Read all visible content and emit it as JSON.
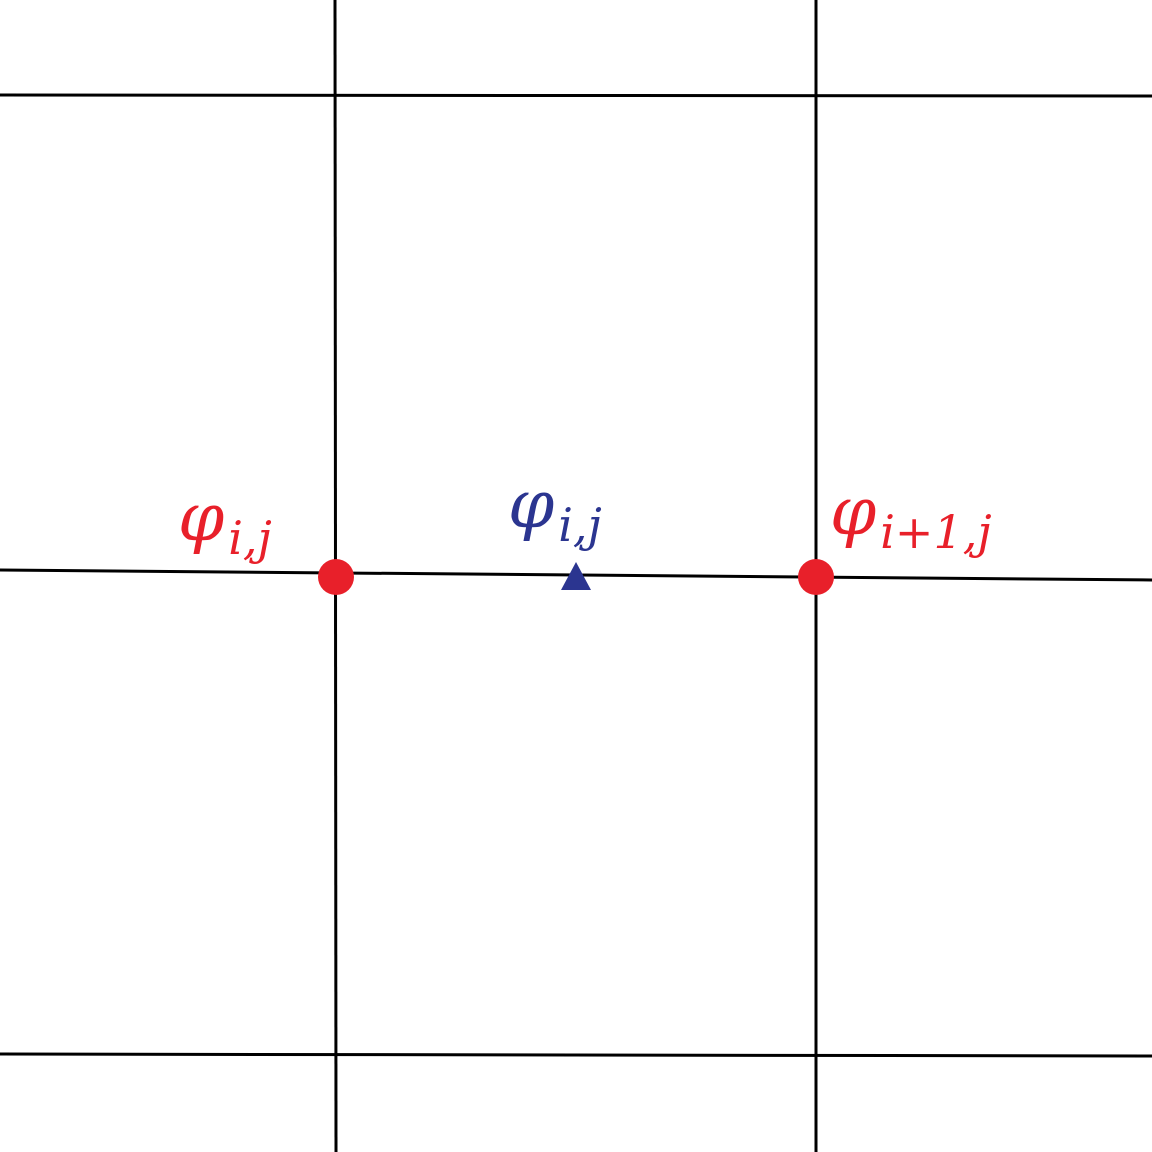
{
  "colors": {
    "background": "#ffffff",
    "grid": "#000000",
    "node": "#e8202a",
    "midpoint": "#2b3590"
  },
  "labels": {
    "left_node": {
      "main": "φ",
      "sub": "i,j"
    },
    "midpoint": {
      "main": "φ",
      "sub": "i,j"
    },
    "right_node": {
      "main": "φ",
      "sub": "i+1,j"
    }
  }
}
